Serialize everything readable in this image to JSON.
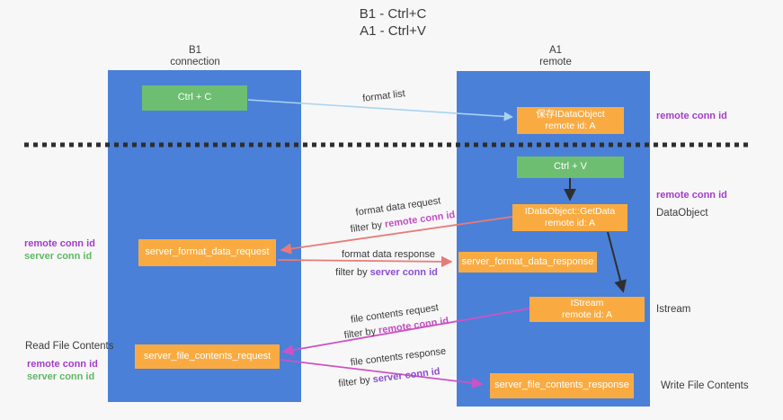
{
  "title": {
    "line1": "B1 - Ctrl+C",
    "line2": "A1 - Ctrl+V"
  },
  "lanes": {
    "left": {
      "name": "B1",
      "role": "connection"
    },
    "right": {
      "name": "A1",
      "role": "remote"
    }
  },
  "nodes": {
    "ctrl_c": {
      "label": "Ctrl + C"
    },
    "ctrl_v": {
      "label": "Ctrl + V"
    },
    "save_idataobject": {
      "line1": "保存IDataObject",
      "line2": "remote id: A"
    },
    "getdata": {
      "line1": "IDataObject::GetData",
      "line2": "remote id: A"
    },
    "istream_box": {
      "line1": "IStream",
      "line2": "remote id: A"
    },
    "format_request_box": {
      "label": "server_format_data_request"
    },
    "format_response_box": {
      "label": "server_format_data_response"
    },
    "file_request_box": {
      "label": "server_file_contents_request"
    },
    "file_response_box": {
      "label": "server_file_contents_response"
    }
  },
  "flow_labels": {
    "format_list": "format list",
    "format_data_request": "format data request",
    "format_data_response": "format data response",
    "file_contents_request": "file contents request",
    "file_contents_response": "file contents response",
    "filter_prefix": "filter by ",
    "remote_conn_id": "remote conn id",
    "server_conn_id": "server conn id"
  },
  "side_labels": {
    "remote_conn_id": "remote conn id",
    "server_conn_id": "server conn id",
    "dataobject": "DataObject",
    "istream": "Istream",
    "read_file_contents": "Read File Contents",
    "write_file_contents": "Write File Contents"
  },
  "colors": {
    "lane_blue": "#4a80d8",
    "box_green": "#6dbe71",
    "box_orange": "#f9ab42",
    "arrow_light_blue": "#a9d3f0",
    "arrow_red": "#e87b77",
    "arrow_magenta": "#cf52c5",
    "arrow_black": "#2f2f2f",
    "label_purple": "#a43cc8",
    "label_green": "#5fb864",
    "label_magenta": "#c24ec2",
    "label_violet": "#8a4fd0"
  }
}
